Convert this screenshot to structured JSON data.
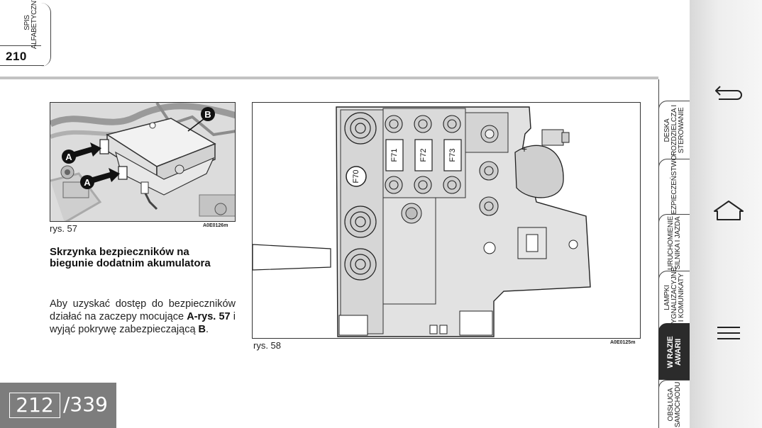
{
  "header": {
    "spis_line1": "SPIS",
    "spis_line2": "ALFABETYCZNY",
    "page_number": "210"
  },
  "figure57": {
    "caption": "rys. 57",
    "code": "A0E0126m",
    "callouts": [
      "A",
      "A",
      "B"
    ]
  },
  "section": {
    "heading": "Skrzynka bezpieczników na biegunie dodatnim akumulatora",
    "body_prefix": "Aby uzyskać dostęp do bezpieczników działać na zaczepy mocujące ",
    "body_ref1": "A-rys. 57",
    "body_middle": " i wyjąć pokrywę zabezpieczającą ",
    "body_ref2": "B",
    "body_suffix": "."
  },
  "figure58": {
    "caption": "rys. 58",
    "code": "A0E0125m",
    "fuse_labels": [
      "F71",
      "F72",
      "F73"
    ],
    "big_fuse_label": "F70",
    "plus_sign": "+"
  },
  "pager": {
    "current": "212",
    "total": "/339"
  },
  "tabs": [
    {
      "line1": "DESKA",
      "line2": "ROZDZIELCZA I",
      "line3": "STEROWANIE",
      "active": false
    },
    {
      "line1": "BEZPIECZEŃSTWO",
      "line2": "",
      "line3": "",
      "active": false
    },
    {
      "line1": "URUCHOMIENIE",
      "line2": "SILNIKA I JAZDA",
      "line3": "",
      "active": false
    },
    {
      "line1": "LAMPKI",
      "line2": "SYGNALIZACYJNE",
      "line3": "I KOMUNIKATY",
      "active": false
    },
    {
      "line1": "W RAZIE",
      "line2": "AWARII",
      "line3": "",
      "active": true
    },
    {
      "line1": "OBSŁUGA",
      "line2": "SAMOCHODU",
      "line3": "",
      "active": false
    }
  ],
  "nav": [
    "back-icon",
    "home-icon",
    "menu-icon"
  ]
}
